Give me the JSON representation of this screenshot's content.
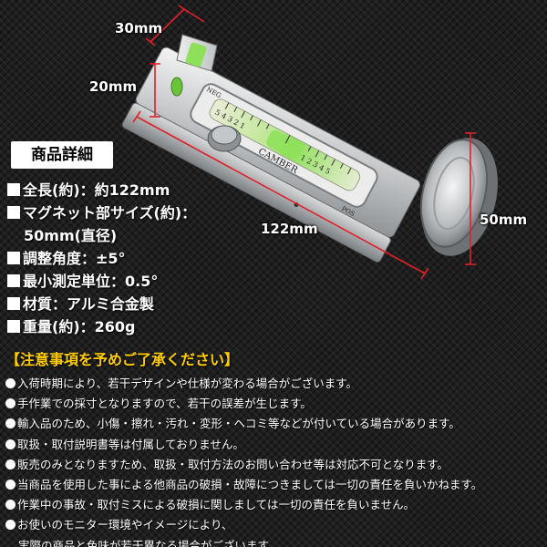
{
  "dimensions": {
    "width": "30mm",
    "height": "20mm",
    "length": "122mm",
    "diameter": "50mm"
  },
  "gauge": {
    "brand": "CAMBER",
    "neg": "NEG",
    "pos": "POS",
    "scale_neg": "5 4 3 2 1",
    "scale_pos": "1 2 3 4 5"
  },
  "specs": {
    "title": "商品詳細",
    "items": [
      "全長(約)：約122mm",
      "マグネット部サイズ(約)：",
      "50mm(直径)",
      "調整角度：±5°",
      "最小測定単位：0.5°",
      "材質：アルミ合金製",
      "重量(約)：260g"
    ]
  },
  "notice": {
    "title": "【注意事項を予めご了承ください】",
    "items": [
      "入荷時期により、若干デザインや仕様が変わる場合がございます。",
      "手作業での採寸となりますので、若干の誤差が生じます。",
      "輸入品のため、小傷・擦れ・汚れ・変形・ヘコミ等などが付いている場合があります。",
      "取扱・取付説明書等は付属しておりません。",
      "販売のみとなりますため、取扱・取付方法のお問い合わせ等は対応不可となります。",
      "当商品を使用した事による他商品の破損・故障につきましては一切の責任を負いかねます。",
      "作業中の事故・取付ミスによる破損に関しましては一切の責任を負いません。",
      "お使いのモニター環境やイメージにより、",
      "実際の商品と色味が若干異なる場合がございます。"
    ]
  },
  "colors": {
    "dimension_line": "#e0202a",
    "accent": "#ffcc00",
    "bubble": "#8ee05a"
  }
}
